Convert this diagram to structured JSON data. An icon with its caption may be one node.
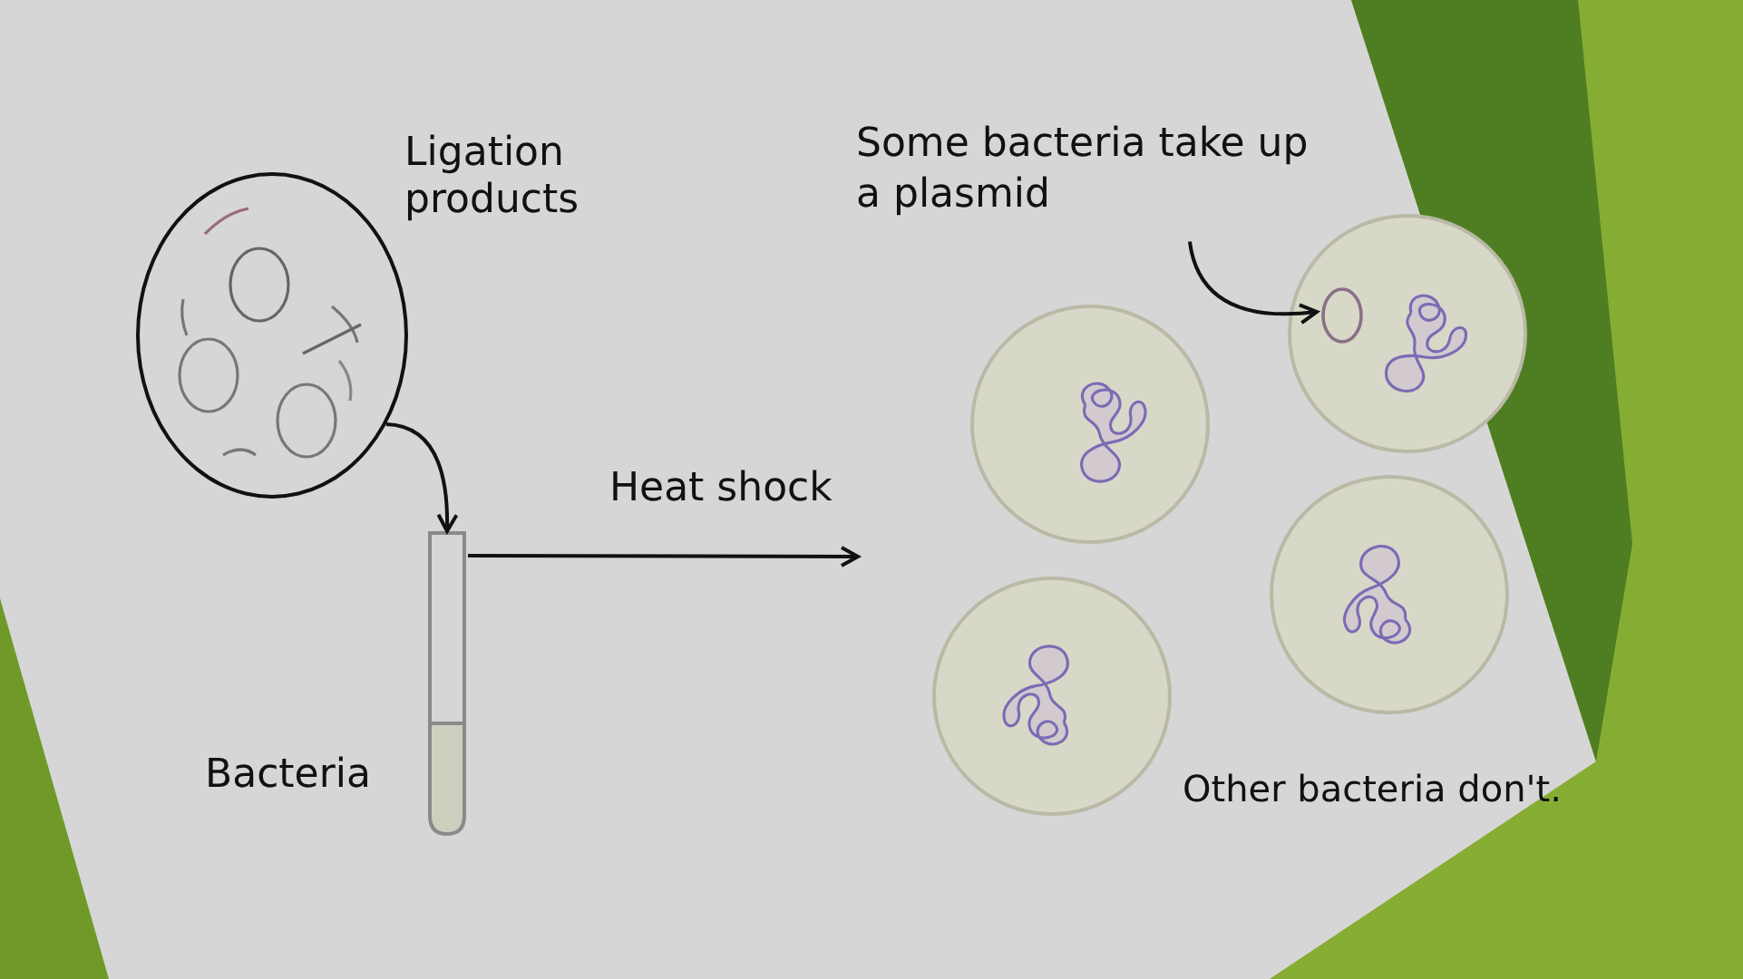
{
  "diagram": {
    "nodes": [
      {
        "text": [
          "Ligation products"
        ]
      },
      {
        "text": [
          "Bacteria"
        ]
      },
      {
        "text": [
          "Some bacteria take up a plasmid"
        ]
      },
      {
        "text": [],
        "shape": "circle"
      },
      {
        "text": [],
        "shape": "circle"
      },
      {
        "text": [],
        "shape": "circle",
        "in": 4
      },
      {
        "text": [],
        "shape": "circle"
      },
      {
        "text": [],
        "shape": "circle"
      }
    ],
    "edges": [
      {
        "from": 0,
        "to": 1,
        "arrow": "to"
      },
      {
        "from": 1,
        "to": null,
        "arrow": "to",
        "label": "Heat shock"
      },
      {
        "from": 2,
        "to": 5,
        "arrow": "to"
      }
    ],
    "labels": [
      "Other bacteria don't."
    ]
  }
}
